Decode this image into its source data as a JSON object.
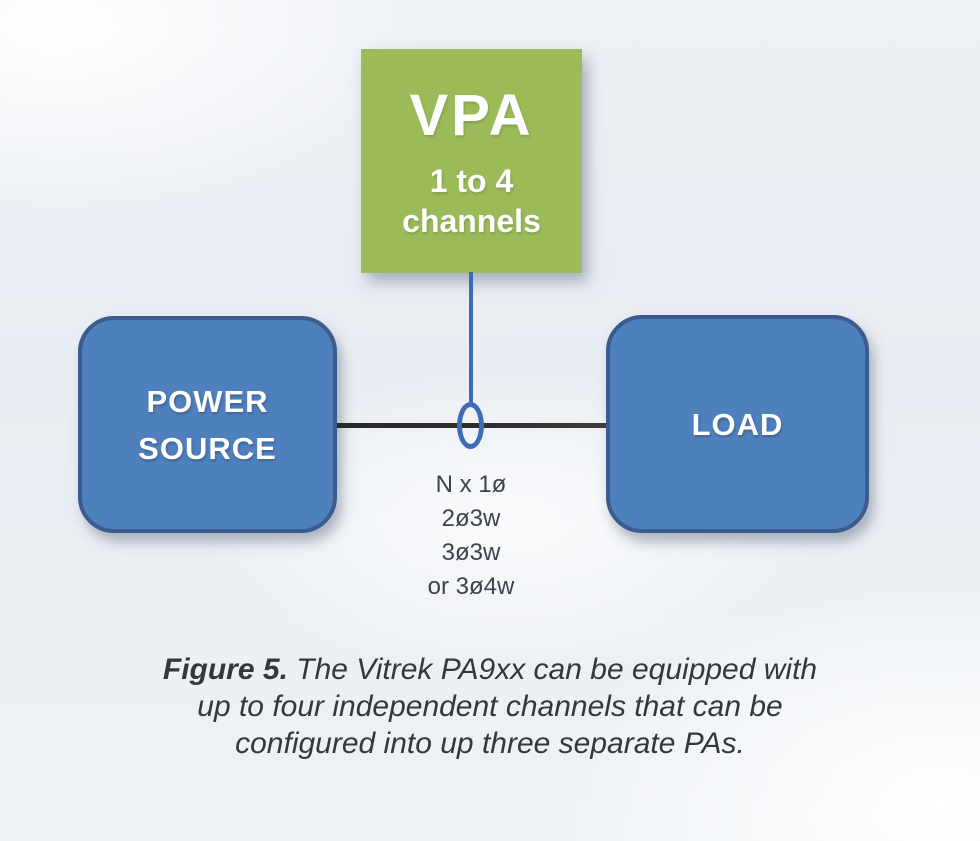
{
  "figure": {
    "vpa_box": {
      "title": "VPA",
      "subtitle_line1": "1 to 4",
      "subtitle_line2": "channels",
      "fill_color": "#9BBB59",
      "text_color": "#FFFFFF"
    },
    "power_source_box": {
      "line1": "POWER",
      "line2": "SOURCE",
      "fill_color": "#4E80BD",
      "border_color": "#3A5C8E",
      "text_color": "#FFFFFF"
    },
    "load_box": {
      "label": "LOAD",
      "fill_color": "#4E80BD",
      "border_color": "#3A5C8E",
      "text_color": "#FFFFFF"
    },
    "wire_labels": {
      "lines": [
        "N x 1ø",
        "2ø3w",
        "3ø3w",
        "or 3ø4w"
      ],
      "text_color": "#3C434E"
    },
    "connector_color": "#3C6CB4",
    "wire_color": "#2E2E2E"
  },
  "caption": {
    "label": "Figure 5.",
    "line1_rest": " The Vitrek PA9xx can be equipped with",
    "line2": "up to four independent channels that can be",
    "line3": "configured into up three separate PAs.",
    "text_color": "#34373C"
  }
}
